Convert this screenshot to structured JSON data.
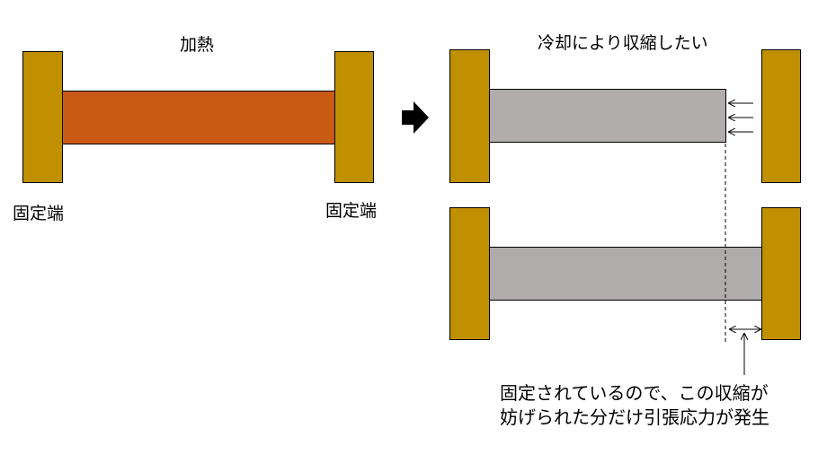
{
  "left_panel": {
    "title": "加熱",
    "fixed_end_left": "固定端",
    "fixed_end_right": "固定端"
  },
  "right_panel": {
    "title": "冷却により収縮したい",
    "note_line1": "固定されているので、この収縮が",
    "note_line2": "妨げられた分だけ引張応力が発生"
  },
  "colors": {
    "wall": "#c09000",
    "heated_rod": "#c85a14",
    "cooled_rod": "#b0acac"
  }
}
